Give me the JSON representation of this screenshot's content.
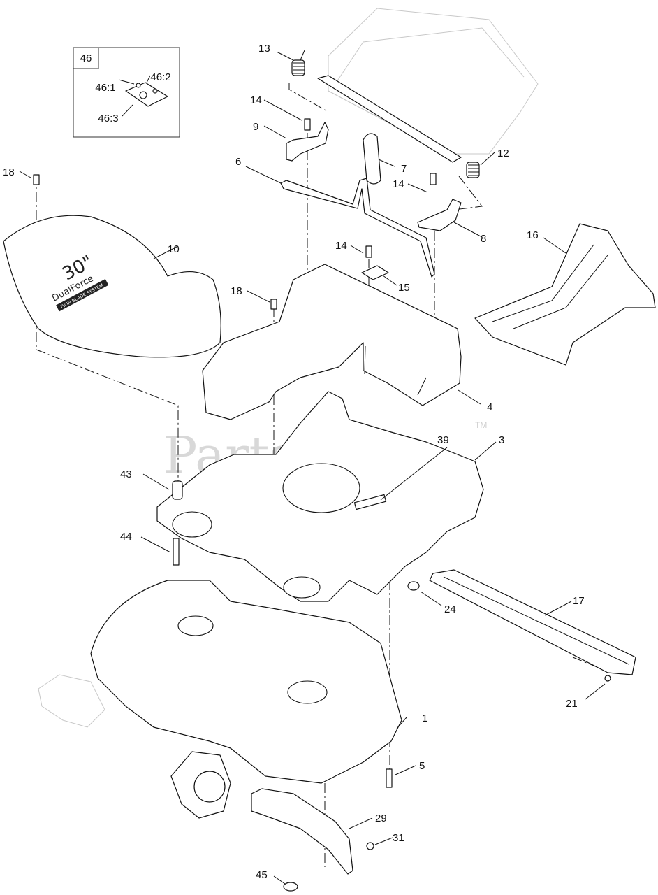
{
  "diagram": {
    "watermark": "PartsTree",
    "watermark_tm": "TM",
    "decal_text": {
      "size": "30\"",
      "brand": "DualForce",
      "sub": "TWIN BLADE SYSTEM"
    },
    "inset": {
      "label": "46",
      "callouts": [
        {
          "id": "c46-1",
          "text": "46:1"
        },
        {
          "id": "c46-2",
          "text": "46:2"
        },
        {
          "id": "c46-3",
          "text": "46:3"
        }
      ]
    },
    "callouts": [
      {
        "id": "c1",
        "text": "1"
      },
      {
        "id": "c3",
        "text": "3"
      },
      {
        "id": "c4",
        "text": "4"
      },
      {
        "id": "c5",
        "text": "5"
      },
      {
        "id": "c6",
        "text": "6"
      },
      {
        "id": "c7",
        "text": "7"
      },
      {
        "id": "c8",
        "text": "8"
      },
      {
        "id": "c9",
        "text": "9"
      },
      {
        "id": "c10",
        "text": "10"
      },
      {
        "id": "c12",
        "text": "12"
      },
      {
        "id": "c13",
        "text": "13"
      },
      {
        "id": "c14a",
        "text": "14"
      },
      {
        "id": "c14b",
        "text": "14"
      },
      {
        "id": "c14c",
        "text": "14"
      },
      {
        "id": "c15",
        "text": "15"
      },
      {
        "id": "c16",
        "text": "16"
      },
      {
        "id": "c17",
        "text": "17"
      },
      {
        "id": "c18a",
        "text": "18"
      },
      {
        "id": "c18b",
        "text": "18"
      },
      {
        "id": "c21",
        "text": "21"
      },
      {
        "id": "c24",
        "text": "24"
      },
      {
        "id": "c29",
        "text": "29"
      },
      {
        "id": "c31",
        "text": "31"
      },
      {
        "id": "c39",
        "text": "39"
      },
      {
        "id": "c43",
        "text": "43"
      },
      {
        "id": "c44",
        "text": "44"
      },
      {
        "id": "c45",
        "text": "45"
      }
    ]
  }
}
